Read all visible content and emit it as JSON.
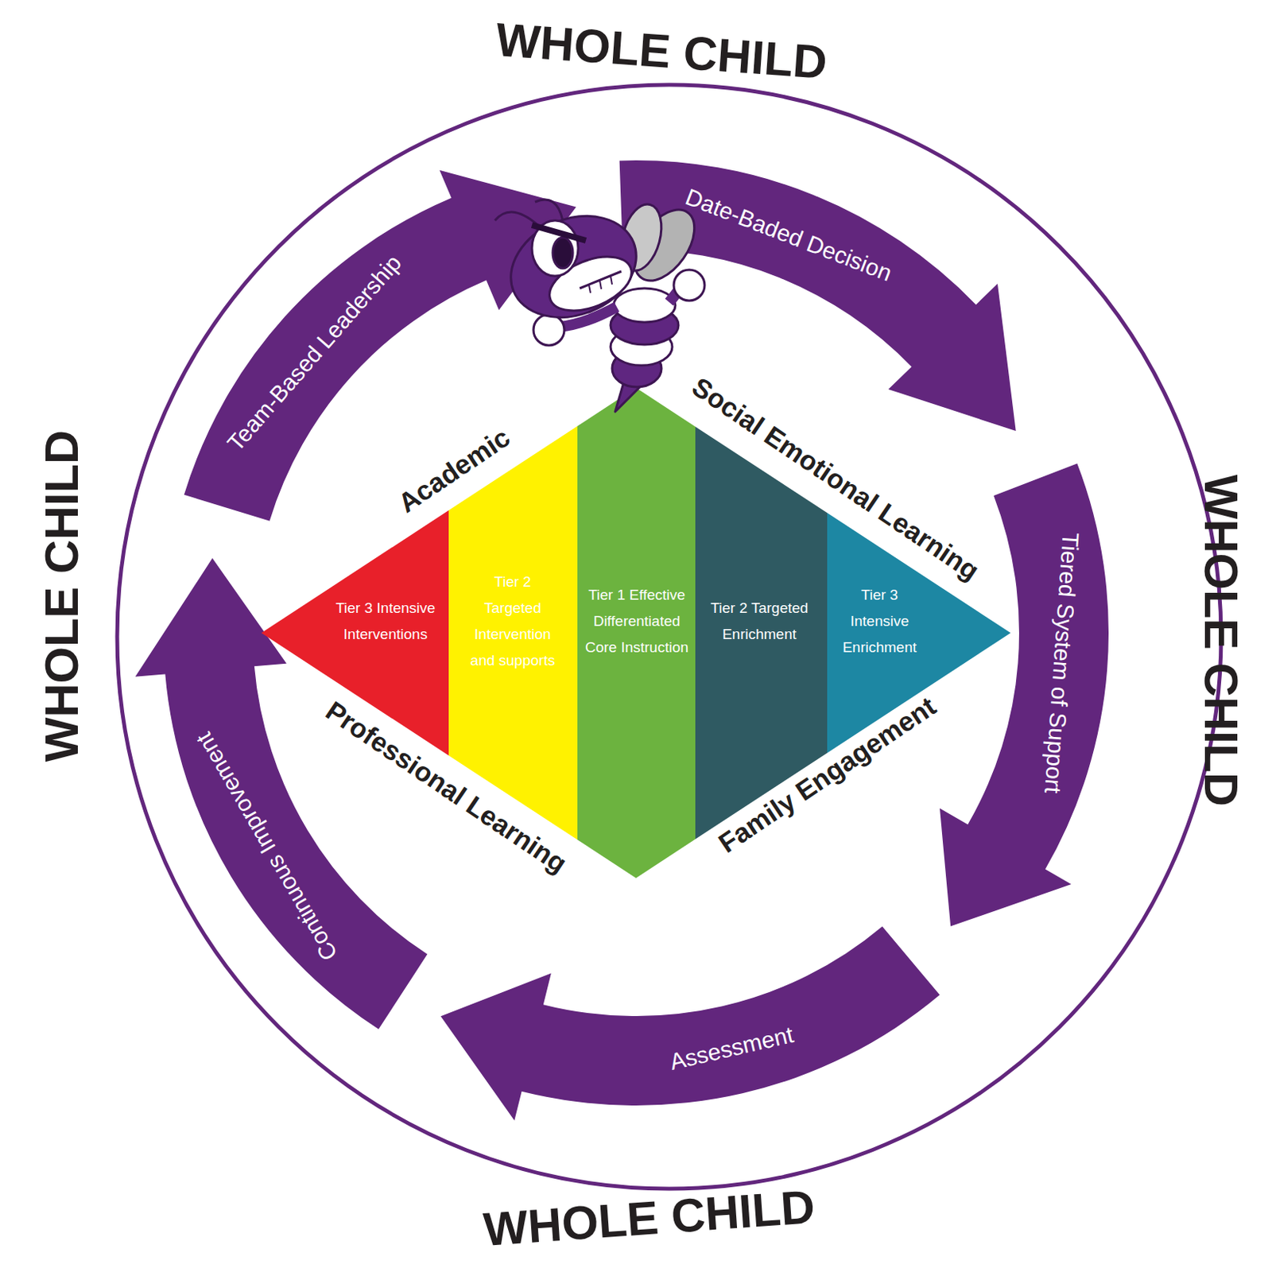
{
  "diagram": {
    "nodes": [
      {
        "text": [
          "Team-Based Leadership"
        ]
      },
      {
        "text": [
          "Date-Baded Decision"
        ]
      },
      {
        "text": [
          "Tiered System of Support"
        ]
      },
      {
        "text": [
          "Assessment"
        ]
      },
      {
        "text": [
          "Continuous Improvement"
        ]
      },
      {
        "text": [
          "Tier 3 Intensive Interventions"
        ]
      },
      {
        "text": [
          "Tier 2 Targeted Intervention and supports"
        ]
      },
      {
        "text": [
          "Tier 1 Effective Differentiated Core Instruction"
        ]
      },
      {
        "text": [
          "Tier 2 Targeted Enrichment"
        ]
      },
      {
        "text": [
          "Tier 3 Intensive Enrichment"
        ]
      }
    ],
    "labels": [
      "WHOLE CHILD",
      "WHOLE CHILD",
      "WHOLE CHILD",
      "Academic",
      "Social Emotional Learning",
      "Professional Learning",
      "Family Engagement",
      "WHOLE CHILD"
    ]
  }
}
